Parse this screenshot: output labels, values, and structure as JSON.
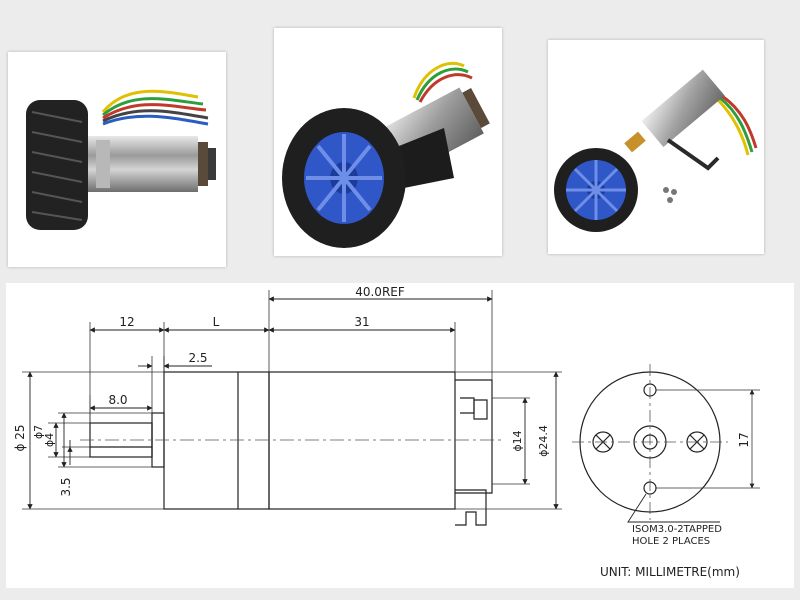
{
  "photos": [
    {
      "name": "motor-wheel-side-view"
    },
    {
      "name": "motor-wheel-bracket-view"
    },
    {
      "name": "motor-kit-parts-view"
    }
  ],
  "drawing": {
    "dimensions": {
      "overall_ref": "40.0REF",
      "shaft_len": "12",
      "gearbox_len": "L",
      "motor_len": "31",
      "flange": "2.5",
      "flat_len": "8.0",
      "body_dia": "ϕ 25",
      "shaft_dia": "ϕ7",
      "flat_dia": "ϕ4",
      "flat_depth": "3.5",
      "boss_dia": "ϕ14",
      "end_dia": "ϕ24.4",
      "hole_spacing": "17"
    },
    "callout_line1": "ISOM3.0-2TAPPED",
    "callout_line2": "HOLE 2 PLACES",
    "unit_note": "UNIT: MILLIMETRE(mm)"
  }
}
